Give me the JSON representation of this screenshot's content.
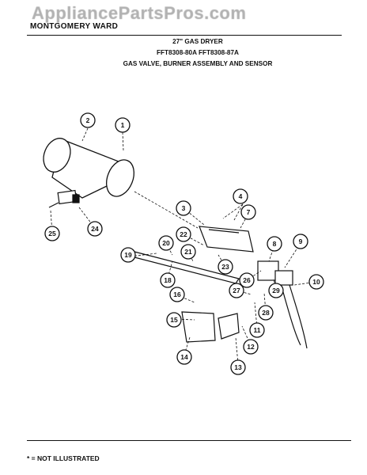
{
  "watermark": "AppliancePartsPros.com",
  "header": {
    "brand": "MONTGOMERY WARD",
    "title": "27\" GAS DRYER",
    "models": "FFT8308-80A  FFT8308-87A",
    "section": "GAS VALVE, BURNER ASSEMBLY AND SENSOR"
  },
  "callouts": [
    "1",
    "2",
    "3",
    "4",
    "7",
    "8",
    "9",
    "10",
    "11",
    "12",
    "13",
    "14",
    "15",
    "16",
    "18",
    "19",
    "20",
    "21",
    "22",
    "23",
    "24",
    "25",
    "26",
    "27",
    "28",
    "29"
  ],
  "footer": {
    "note": "* = NOT ILLUSTRATED"
  }
}
